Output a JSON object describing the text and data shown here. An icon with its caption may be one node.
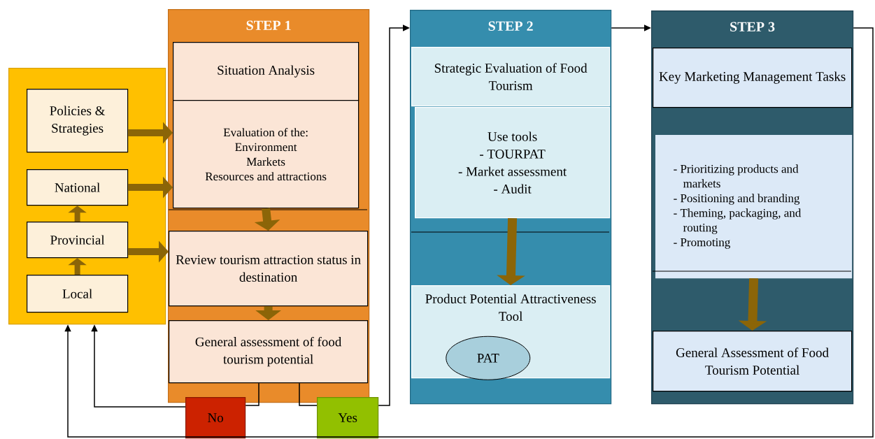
{
  "diagram": {
    "nodes": [
      {
        "text": [],
        "shape": "box"
      },
      {
        "text": [
          "Policies & Strategies"
        ],
        "in": 0
      },
      {
        "text": [
          "National"
        ],
        "in": 0
      },
      {
        "text": [
          "Provincial"
        ],
        "in": 0
      },
      {
        "text": [
          "Local"
        ],
        "in": 0
      },
      {
        "text": [
          "STEP 1"
        ]
      },
      {
        "text": [
          "Situation Analysis"
        ],
        "in": 5
      },
      {
        "text": [
          "Evaluation of the:",
          "Environment",
          "Markets",
          "Resources and attractions"
        ],
        "in": 5
      },
      {
        "text": [
          "Review tourism attraction status in destination"
        ],
        "in": 5
      },
      {
        "text": [
          "General assessment of food tourism potential"
        ],
        "in": 5
      },
      {
        "text": [
          "No"
        ]
      },
      {
        "text": [
          "Yes"
        ]
      },
      {
        "text": [
          "STEP 2"
        ]
      },
      {
        "text": [
          "Strategic Evaluation of Food Tourism"
        ],
        "in": 12
      },
      {
        "text": [
          "Use tools",
          "- TOURPAT",
          "- Market assessment",
          "- Audit"
        ],
        "in": 12
      },
      {
        "text": [
          "Product Potential Attractiveness Tool"
        ],
        "in": 12
      },
      {
        "text": [
          "PAT"
        ],
        "in": 15
      },
      {
        "text": [
          "STEP 3"
        ]
      },
      {
        "text": [
          "Key Marketing Management Tasks"
        ],
        "in": 17
      },
      {
        "text": [
          "- Prioritizing products and markets",
          "- Positioning and branding",
          "- Theming, packaging, and routing",
          "- Promoting"
        ],
        "in": 17
      },
      {
        "text": [
          "General Assessment of Food Tourism Potential"
        ],
        "in": 17
      }
    ],
    "edges": [
      {
        "from": 1,
        "to": 7,
        "arrow": "to"
      },
      {
        "from": 2,
        "to": 7,
        "arrow": "to"
      },
      {
        "from": 3,
        "to": 8,
        "arrow": "to"
      },
      {
        "from": 4,
        "to": 3,
        "arrow": "to"
      },
      {
        "from": 3,
        "to": 2,
        "arrow": "to"
      },
      {
        "from": 7,
        "to": 8,
        "arrow": "to"
      },
      {
        "from": 8,
        "to": 9,
        "arrow": "to"
      },
      {
        "from": 9,
        "to": 10,
        "arrow": "none",
        "color": "#000000"
      },
      {
        "from": 10,
        "to": 0,
        "arrow": "to",
        "color": "#000000"
      },
      {
        "from": 9,
        "to": 11,
        "arrow": "none",
        "color": "#000000"
      },
      {
        "from": 11,
        "to": 12,
        "arrow": "to",
        "color": "#000000"
      },
      {
        "from": 12,
        "to": 17,
        "arrow": "to",
        "color": "#000000"
      },
      {
        "from": 17,
        "to": 0,
        "arrow": "to",
        "color": "#000000"
      },
      {
        "from": 14,
        "to": 15,
        "arrow": "to"
      },
      {
        "from": 19,
        "to": 20,
        "arrow": "to"
      }
    ]
  }
}
